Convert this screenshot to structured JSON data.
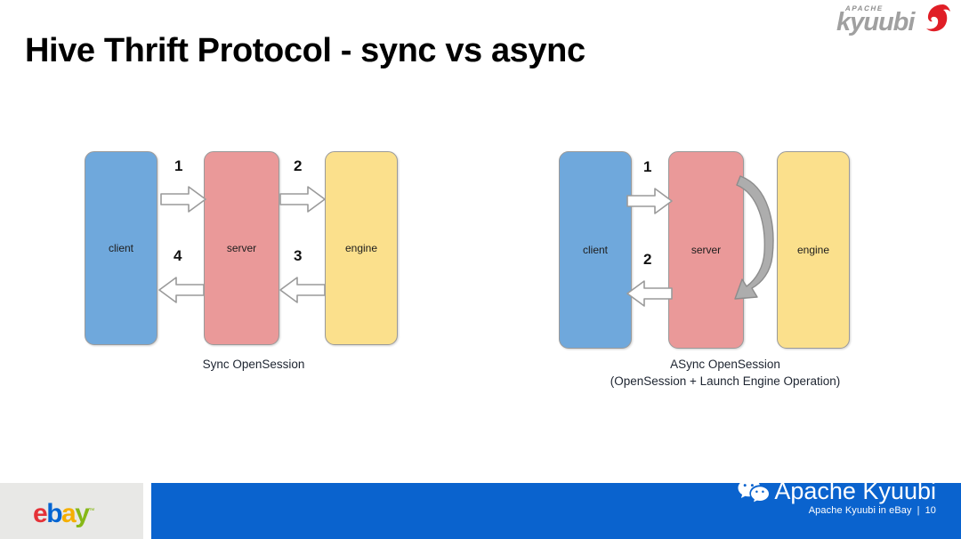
{
  "slide": {
    "title": "Hive Thrift Protocol - sync vs async",
    "page_number": "10"
  },
  "logo": {
    "apache_word": "APACHE",
    "kyuubi_word": "kyuubi",
    "swoosh_color": "#E01E26",
    "text_color": "#A0A0A0"
  },
  "colors": {
    "client": "#6FA8DC",
    "server": "#EA9999",
    "engine": "#FBE08C",
    "arrow_outline": "#9A9A9A",
    "curve_arrow": "#A6A6A6",
    "footer_blue": "#0A63CE",
    "footer_gray": "#E8E8E6"
  },
  "diagrams": [
    {
      "id": "sync",
      "nodes": [
        {
          "name": "client",
          "label": "client"
        },
        {
          "name": "server",
          "label": "server"
        },
        {
          "name": "engine",
          "label": "engine"
        }
      ],
      "arrows": [
        {
          "number": "1",
          "direction": "right",
          "from": "client",
          "to": "server"
        },
        {
          "number": "2",
          "direction": "right",
          "from": "server",
          "to": "engine"
        },
        {
          "number": "3",
          "direction": "left",
          "from": "engine",
          "to": "server"
        },
        {
          "number": "4",
          "direction": "left",
          "from": "server",
          "to": "client"
        }
      ],
      "caption_line1": "Sync OpenSession",
      "caption_line2": ""
    },
    {
      "id": "async",
      "nodes": [
        {
          "name": "client",
          "label": "client"
        },
        {
          "name": "server",
          "label": "server"
        },
        {
          "name": "engine",
          "label": "engine"
        }
      ],
      "arrows": [
        {
          "number": "1",
          "direction": "right",
          "from": "client",
          "to": "server"
        },
        {
          "number": "2",
          "direction": "left",
          "from": "server",
          "to": "client"
        },
        {
          "number": "",
          "direction": "curved-loop",
          "from": "server",
          "to": "server"
        }
      ],
      "caption_line1": "ASync OpenSession",
      "caption_line2": "(OpenSession + Launch Engine Operation)"
    }
  ],
  "footer": {
    "ebay_letters": {
      "e": "e",
      "b": "b",
      "a": "a",
      "y": "y",
      "tm": "™"
    },
    "brand_title": "Apache Kyuubi",
    "brand_subtitle": "Apache Kyuubi in eBay",
    "separator": "|",
    "page_number": "10"
  }
}
